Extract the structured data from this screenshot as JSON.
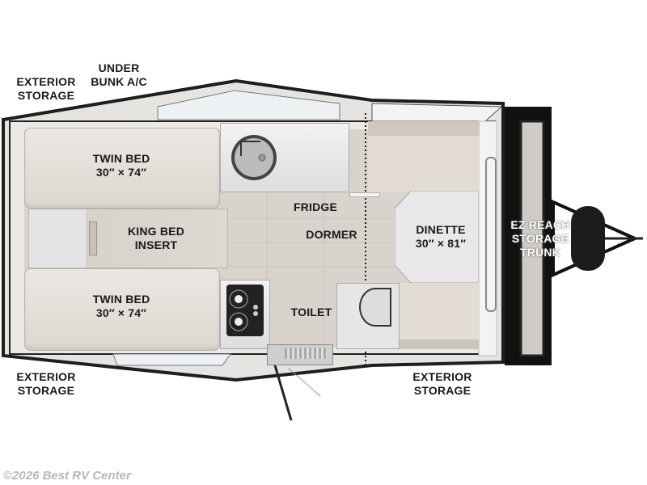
{
  "floorplan": {
    "labels": {
      "exterior_storage_top_left": "EXTERIOR\nSTORAGE",
      "under_bunk_ac": "UNDER\nBUNK A/C",
      "twin_bed_top": "TWIN BED\n30″ × 74″",
      "king_bed_insert": "KING BED\nINSERT",
      "twin_bed_bottom": "TWIN BED\n30″ × 74″",
      "fridge": "FRIDGE",
      "dormer": "DORMER",
      "toilet": "TOILET",
      "dinette": "DINETTE\n30″ × 81″",
      "ez_reach": "EZ REACH\nSTORAGE\nTRUNK",
      "exterior_storage_bottom_left": "EXTERIOR\nSTORAGE",
      "exterior_storage_bottom_right": "EXTERIOR\nSTORAGE"
    },
    "colors": {
      "wall": "#1e1e1e",
      "floor": "#d9d4ce",
      "shell": "#e8e6e2",
      "cushion": "#e4e0db",
      "window": "#e9eef2"
    }
  },
  "watermark": "©2026 Best RV Center"
}
